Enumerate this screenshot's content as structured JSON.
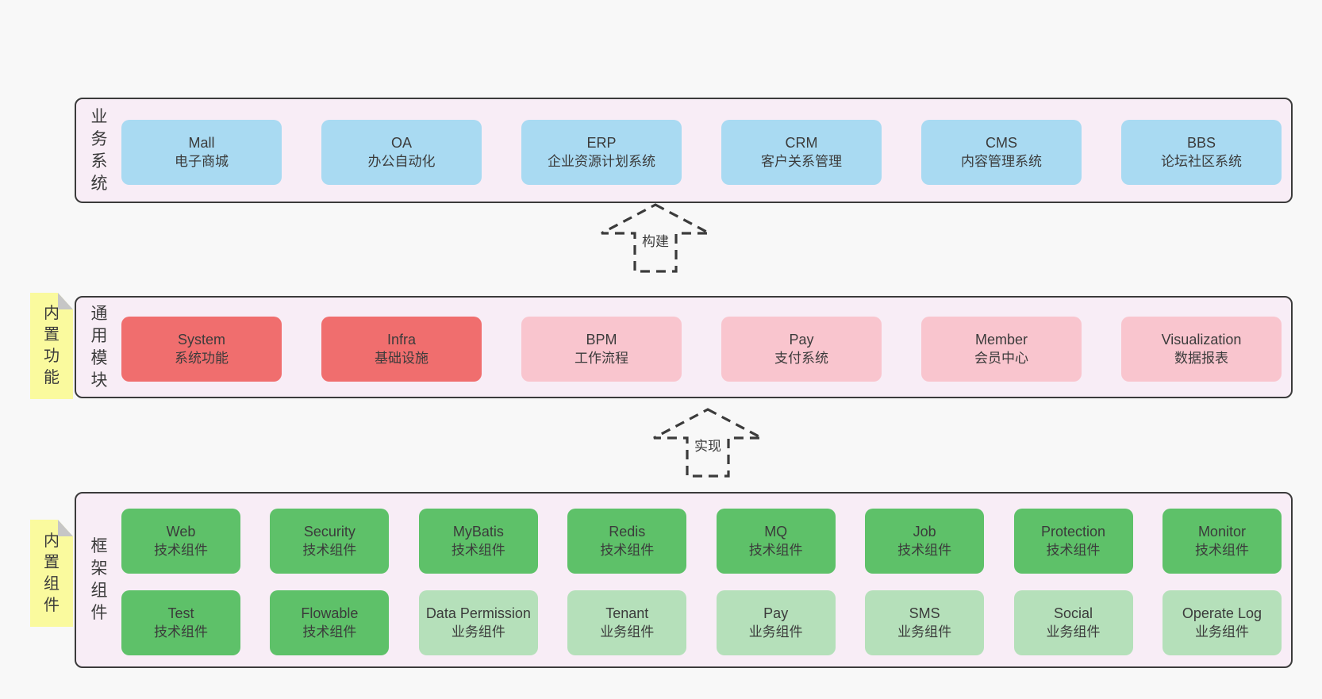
{
  "colors": {
    "page_bg": "#f8f8f8",
    "band_bg": "#f8edf6",
    "band_border": "#3b3b3b",
    "text": "#3b3b3b",
    "blue": "#a9daf2",
    "red": "#f06e6e",
    "pink": "#f9c5ce",
    "green": "#5ec169",
    "light_green": "#b5e0ba",
    "sticky_yellow": "#fafa9e",
    "sticky_fold": "#c6c6c6"
  },
  "sections": {
    "business": {
      "label": "业务系统",
      "items": [
        {
          "name": "Mall",
          "desc": "电子商城",
          "variant": "blue"
        },
        {
          "name": "OA",
          "desc": "办公自动化",
          "variant": "blue"
        },
        {
          "name": "ERP",
          "desc": "企业资源计划系统",
          "variant": "blue"
        },
        {
          "name": "CRM",
          "desc": "客户关系管理",
          "variant": "blue"
        },
        {
          "name": "CMS",
          "desc": "内容管理系统",
          "variant": "blue"
        },
        {
          "name": "BBS",
          "desc": "论坛社区系统",
          "variant": "blue"
        }
      ]
    },
    "build_arrow": {
      "label": "构建"
    },
    "modules": {
      "label": "通用模块",
      "sticky": "内置功能",
      "items": [
        {
          "name": "System",
          "desc": "系统功能",
          "variant": "red"
        },
        {
          "name": "Infra",
          "desc": "基础设施",
          "variant": "red"
        },
        {
          "name": "BPM",
          "desc": "工作流程",
          "variant": "pink"
        },
        {
          "name": "Pay",
          "desc": "支付系统",
          "variant": "pink"
        },
        {
          "name": "Member",
          "desc": "会员中心",
          "variant": "pink"
        },
        {
          "name": "Visualization",
          "desc": "数据报表",
          "variant": "pink"
        }
      ]
    },
    "implement_arrow": {
      "label": "实现"
    },
    "components": {
      "label": "框架组件",
      "sticky": "内置组件",
      "row1": [
        {
          "name": "Web",
          "desc": "技术组件",
          "variant": "green"
        },
        {
          "name": "Security",
          "desc": "技术组件",
          "variant": "green"
        },
        {
          "name": "MyBatis",
          "desc": "技术组件",
          "variant": "green"
        },
        {
          "name": "Redis",
          "desc": "技术组件",
          "variant": "green"
        },
        {
          "name": "MQ",
          "desc": "技术组件",
          "variant": "green"
        },
        {
          "name": "Job",
          "desc": "技术组件",
          "variant": "green"
        },
        {
          "name": "Protection",
          "desc": "技术组件",
          "variant": "green"
        },
        {
          "name": "Monitor",
          "desc": "技术组件",
          "variant": "green"
        }
      ],
      "row2": [
        {
          "name": "Test",
          "desc": "技术组件",
          "variant": "green"
        },
        {
          "name": "Flowable",
          "desc": "技术组件",
          "variant": "green"
        },
        {
          "name": "Data Permission",
          "desc": "业务组件",
          "variant": "light_green"
        },
        {
          "name": "Tenant",
          "desc": "业务组件",
          "variant": "light_green"
        },
        {
          "name": "Pay",
          "desc": "业务组件",
          "variant": "light_green"
        },
        {
          "name": "SMS",
          "desc": "业务组件",
          "variant": "light_green"
        },
        {
          "name": "Social",
          "desc": "业务组件",
          "variant": "light_green"
        },
        {
          "name": "Operate Log",
          "desc": "业务组件",
          "variant": "light_green"
        }
      ]
    }
  }
}
